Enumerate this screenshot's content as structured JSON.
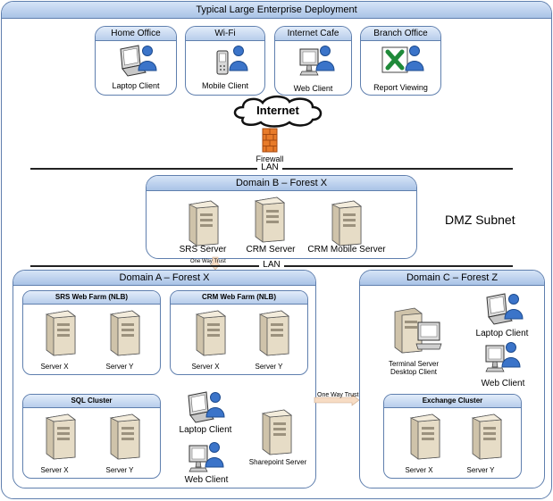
{
  "title": "Typical Large Enterprise Deployment",
  "top_sites": [
    {
      "title": "Home Office",
      "client": "Laptop Client",
      "icon": "laptop-user-icon"
    },
    {
      "title": "Wi-Fi",
      "client": "Mobile Client",
      "icon": "mobile-user-icon"
    },
    {
      "title": "Internet Cafe",
      "client": "Web Client",
      "icon": "web-client-user-icon"
    },
    {
      "title": "Branch Office",
      "client": "Report Viewing",
      "icon": "excel-user-icon"
    }
  ],
  "internet_label": "Internet",
  "firewall_label": "Firewall",
  "lan_label": "LAN",
  "dmz_label": "DMZ Subnet",
  "domain_b": {
    "title": "Domain B – Forest X",
    "servers": [
      "SRS Server",
      "CRM Server",
      "CRM Mobile Server"
    ]
  },
  "one_way_trust": "One Way Trust",
  "domain_a": {
    "title": "Domain A – Forest X",
    "srs_farm": {
      "title": "SRS Web Farm (NLB)",
      "servers": [
        "Server X",
        "Server Y"
      ]
    },
    "crm_farm": {
      "title": "CRM Web Farm (NLB)",
      "servers": [
        "Server X",
        "Server Y"
      ]
    },
    "sql_cluster": {
      "title": "SQL Cluster",
      "servers": [
        "Server X",
        "Server Y"
      ]
    },
    "laptop_client": "Laptop Client",
    "web_client": "Web Client",
    "sharepoint": "Sharepoint Server"
  },
  "domain_c": {
    "title": "Domain C – Forest Z",
    "terminal_server": "Terminal Server Desktop Client",
    "laptop_client": "Laptop Client",
    "web_client": "Web Client",
    "exchange_cluster": {
      "title": "Exchange Cluster",
      "servers": [
        "Server X",
        "Server Y"
      ]
    }
  },
  "colors": {
    "panel_border": "#5f7fae",
    "title_bar": "#b9cfee",
    "firewall": "#e87b2a",
    "server_body": "#e6dcc6"
  }
}
